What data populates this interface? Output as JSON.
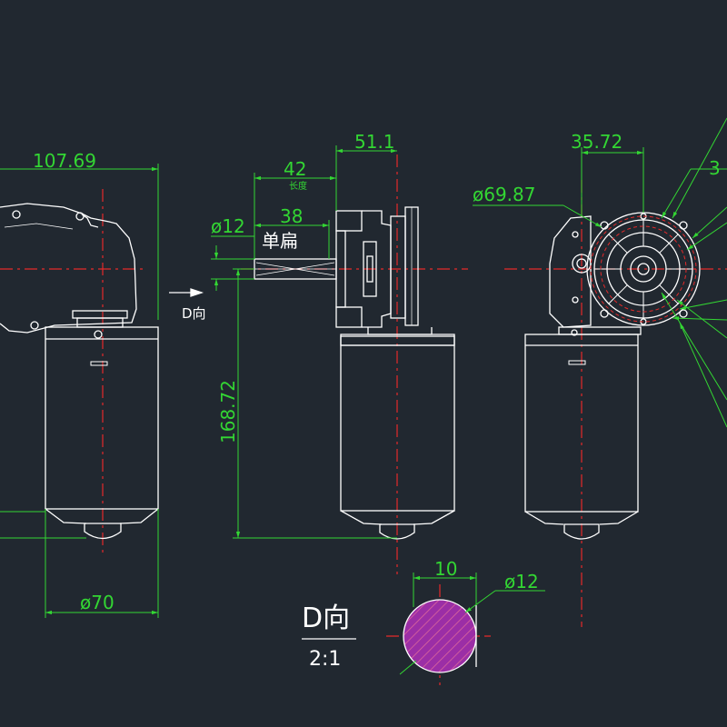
{
  "colors": {
    "background": "#212830",
    "outline": "#ffffff",
    "dimension": "#33d633",
    "centerline": "#e52a2a",
    "hatch": "#9b2ea6"
  },
  "dimensions": {
    "overall_width": "107.69",
    "motor_diameter": "ø70",
    "shaft_length_total": "42",
    "shaft_length_sub": "长度",
    "flat_length": "38",
    "shaft_diameter": "ø12",
    "single_flat": "单扁",
    "offset_51": "51.1",
    "height_total": "168.72",
    "offset_35": "35.72",
    "flange_diameter": "ø69.87",
    "partial_right": "3",
    "section_flat_width": "10",
    "section_shaft_diameter": "ø12"
  },
  "view_arrow_label": "D向",
  "section_view": {
    "title": "D向",
    "scale": "2:1"
  }
}
